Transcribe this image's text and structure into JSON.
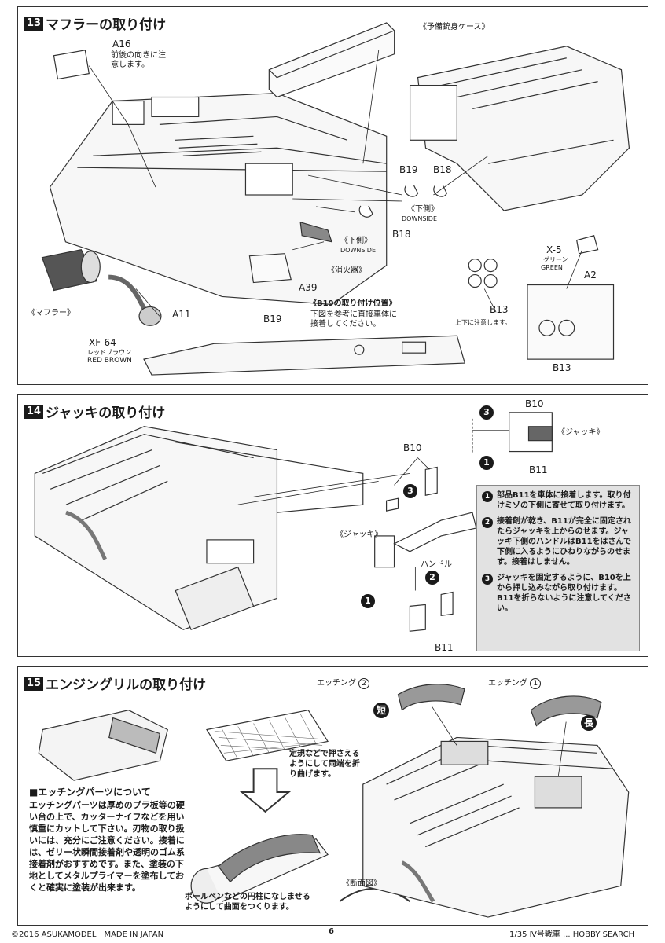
{
  "step13": {
    "number": "13",
    "title": "マフラーの取り付け",
    "a16": "A16",
    "a16_note": "前後の向きに注\n意します。",
    "spare_barrel_case": "《予備銃身ケース》",
    "b19": "B19",
    "b18": "B18",
    "downside_jp": "《下側》",
    "downside_en": "DOWNSIDE",
    "downside_jp2": "《下側》",
    "downside_en2": "DOWNSIDE",
    "b18_2": "B18",
    "extinguisher": "《消火器》",
    "a39": "A39",
    "muffler": "《マフラー》",
    "a11": "A11",
    "paint_code": "XF-64",
    "paint_jp": "レッドブラウン",
    "paint_en": "RED BROWN",
    "b19_pos_title": "《B19の取り付け位置》",
    "b19_pos_body": "下図を参考に直接車体に\n接着してください。",
    "b19_2": "B19",
    "x5_code": "X-5",
    "x5_jp": "グリーン",
    "x5_en": "GREEN",
    "a2": "A2",
    "b13": "B13",
    "b13_note": "上下に注意します。",
    "b13_2": "B13"
  },
  "step14": {
    "number": "14",
    "title": "ジャッキの取り付け",
    "b10": "B10",
    "b10_2": "B10",
    "b11": "B11",
    "b11_2": "B11",
    "jack_label": "《ジャッキ》",
    "jack_label2": "《ジャッキ》",
    "handle": "ハンドル",
    "n1": "1",
    "n2": "2",
    "n3": "3",
    "steps": [
      {
        "num": "1",
        "text": "部品B11を車体に接着します。取り付けミゾの下側に寄せて取り付けます。"
      },
      {
        "num": "2",
        "text": "接着剤が乾き、B11が完全に固定されたらジャッキを上からのせます。ジャッキ下側のハンドルはB11をはさんで下側に入るようにひねりながらのせます。接着はしません。"
      },
      {
        "num": "3",
        "text": "ジャッキを固定するように、B10を上から押し込みながら取り付けます。B11を折らないように注意してください。"
      }
    ]
  },
  "step15": {
    "number": "15",
    "title": "エンジングリルの取り付け",
    "etching2": "エッチング",
    "etching2_num": "2",
    "etching1": "エッチング",
    "etching1_num": "1",
    "short": "短",
    "long": "長",
    "bend_note": "定規などで押さえる\nようにして両端を折\nり曲げます。",
    "note_head": "■エッチングパーツについて",
    "note_body": "エッチングパーツは厚めのプラ板等の硬い台の上で、カッターナイフなどを用い慎重にカットして下さい。刃物の取り扱いには、充分にご注意ください。接着には、ゼリー状瞬間接着剤や透明のゴム系接着剤がおすすめです。また、塗装の下地としてメタルプライマーを塗布しておくと確実に塗装が出来ます。",
    "curve_note": "ボールペンなどの円柱になしませる\nようにして曲面をつくります。",
    "cross_section": "《断面図》"
  },
  "footer": {
    "copyright": "©2016 ASUKAMODEL　MADE IN JAPAN",
    "page": "6",
    "right": "1/35 Ⅳ号戦車 ... HOBBY SEARCH"
  }
}
